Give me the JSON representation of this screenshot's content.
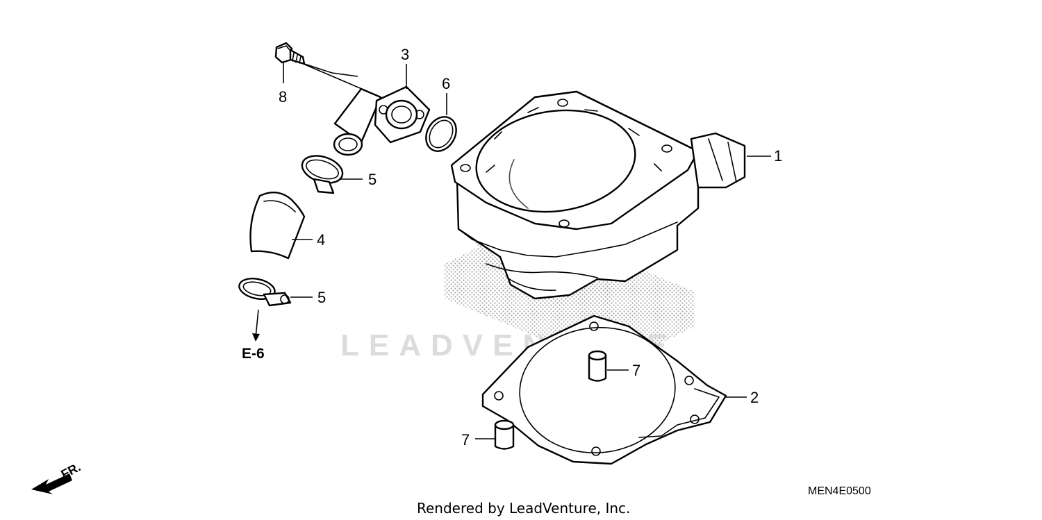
{
  "diagram": {
    "callouts": {
      "c1": "1",
      "c2": "2",
      "c3": "3",
      "c4": "4",
      "c5a": "5",
      "c5b": "5",
      "c6": "6",
      "c7a": "7",
      "c7b": "7",
      "c8": "8"
    },
    "reference": "E-6",
    "front_marker": "FR.",
    "diagram_code": "MEN4E0500",
    "credit": "Rendered by LeadVenture, Inc.",
    "watermark": "LEADVENTURE"
  }
}
